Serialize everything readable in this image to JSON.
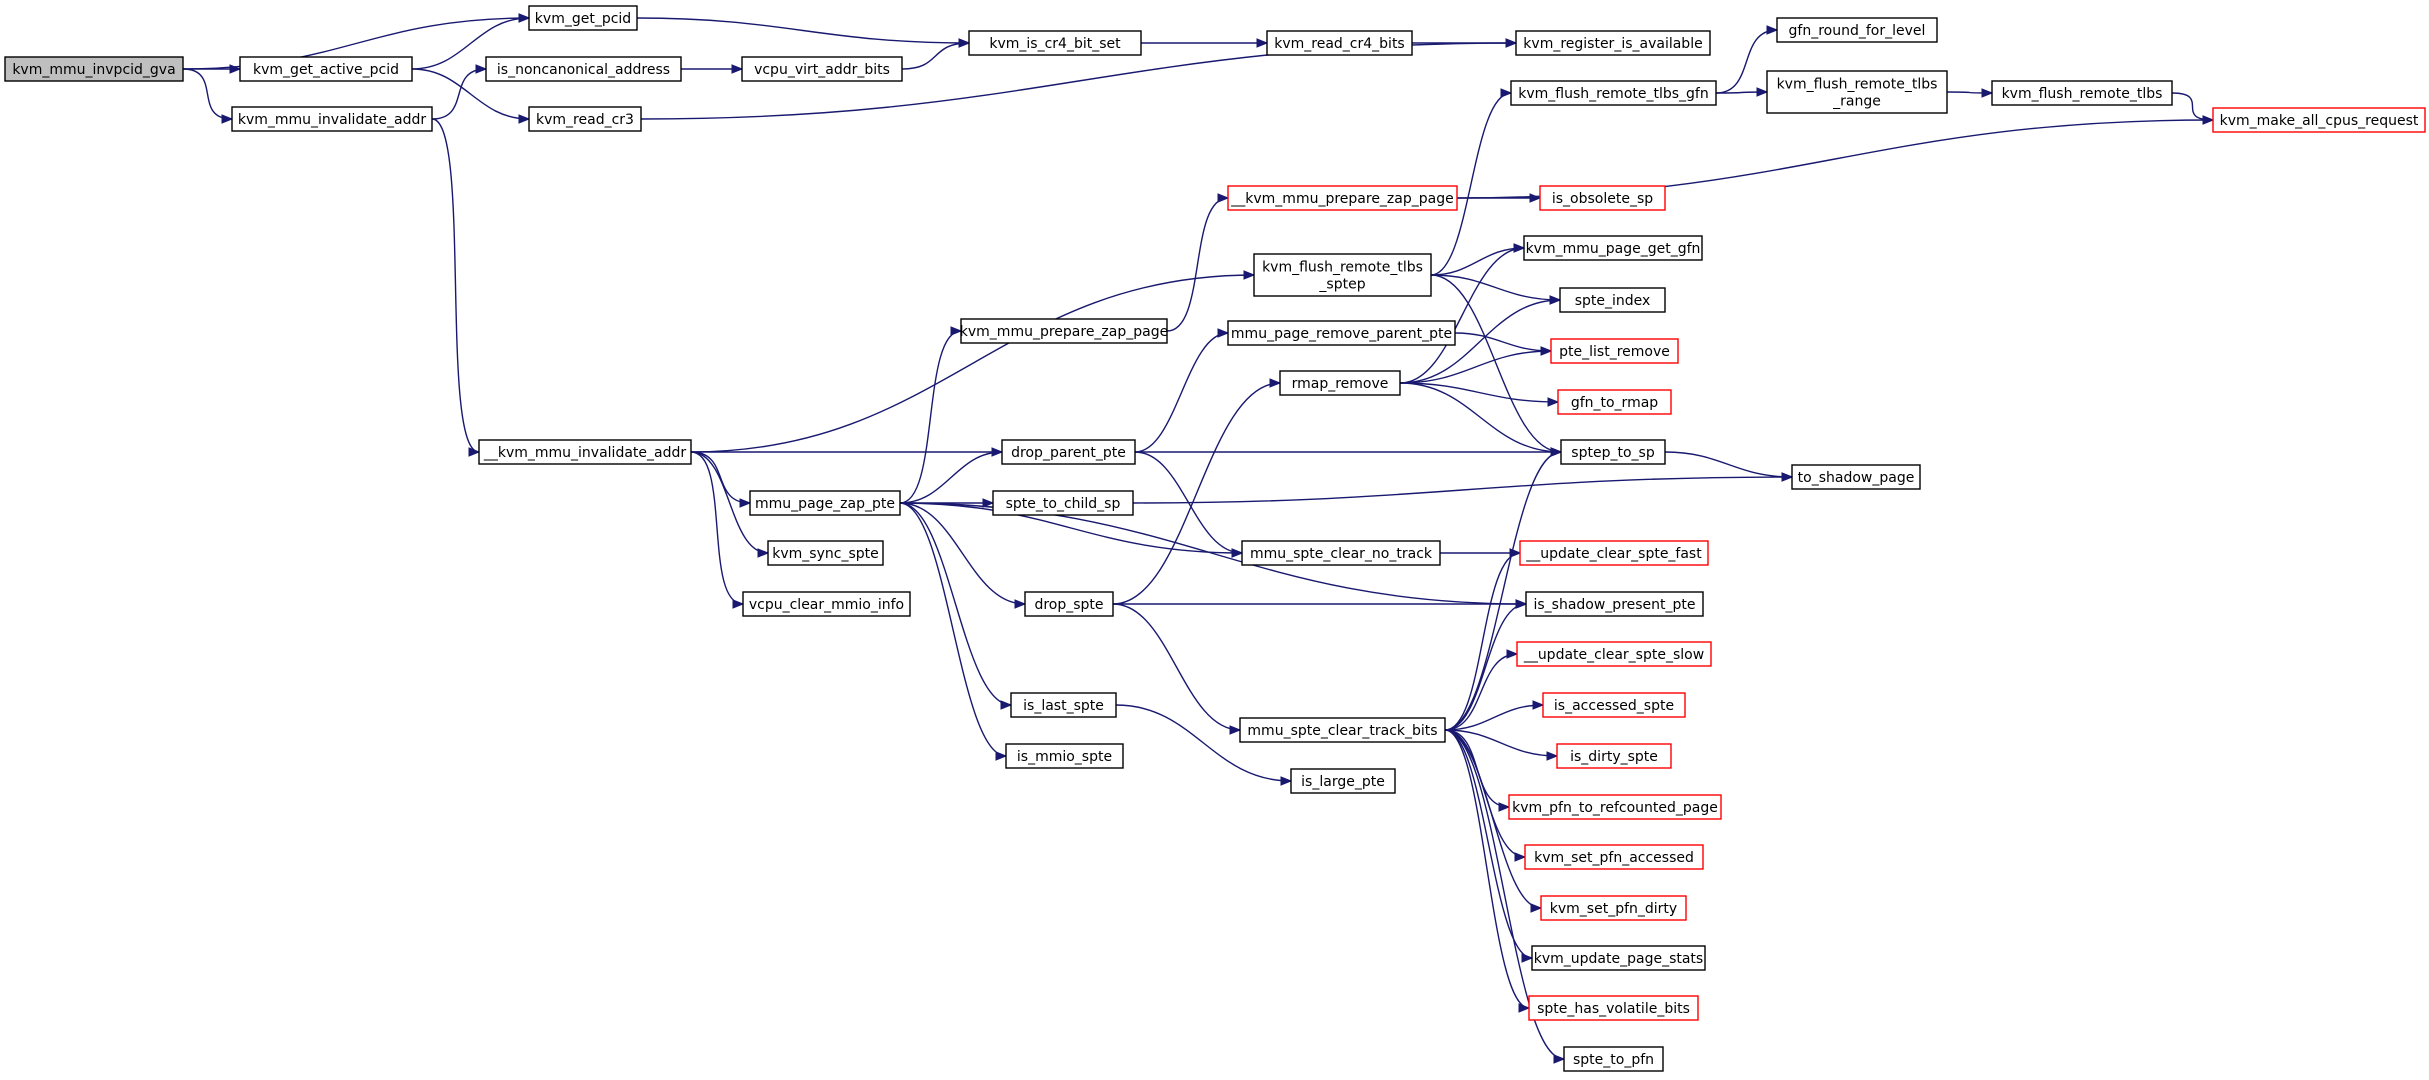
{
  "colors": {
    "edge": "#191970",
    "box_border": "#000000",
    "truncated_border": "#ff0000",
    "root_fill": "#bfbfbf",
    "background": "#ffffff"
  },
  "nodes": {
    "n_root": {
      "lines": [
        "kvm_mmu_invpcid_gva"
      ],
      "style": "root"
    },
    "n_get_pcid": {
      "lines": [
        "kvm_get_pcid"
      ]
    },
    "n_get_active_pcid": {
      "lines": [
        "kvm_get_active_pcid"
      ]
    },
    "n_mmu_invalidate_addr": {
      "lines": [
        "kvm_mmu_invalidate_addr"
      ]
    },
    "n_is_noncanonical": {
      "lines": [
        "is_noncanonical_address"
      ]
    },
    "n_read_cr3": {
      "lines": [
        "kvm_read_cr3"
      ]
    },
    "n_vcpu_virt_addr_bits": {
      "lines": [
        "vcpu_virt_addr_bits"
      ]
    },
    "n_is_cr4_bit_set": {
      "lines": [
        "kvm_is_cr4_bit_set"
      ]
    },
    "n_read_cr4_bits": {
      "lines": [
        "kvm_read_cr4_bits"
      ]
    },
    "n_register_is_available": {
      "lines": [
        "kvm_register_is_available"
      ]
    },
    "n_gfn_round_for_level": {
      "lines": [
        "gfn_round_for_level"
      ]
    },
    "n_flush_remote_tlbs_gfn": {
      "lines": [
        "kvm_flush_remote_tlbs_gfn"
      ]
    },
    "n_flush_remote_tlbs_range": {
      "lines": [
        "kvm_flush_remote_tlbs",
        "_range"
      ]
    },
    "n_flush_remote_tlbs": {
      "lines": [
        "kvm_flush_remote_tlbs"
      ]
    },
    "n_make_all_cpus_request": {
      "lines": [
        "kvm_make_all_cpus_request"
      ],
      "style": "truncated"
    },
    "n__prepare_zap_page": {
      "lines": [
        "__kvm_mmu_prepare_zap_page"
      ],
      "style": "truncated"
    },
    "n_is_obsolete_sp": {
      "lines": [
        "is_obsolete_sp"
      ],
      "style": "truncated"
    },
    "n_flush_remote_tlbs_sptep": {
      "lines": [
        "kvm_flush_remote_tlbs",
        "_sptep"
      ]
    },
    "n_page_get_gfn": {
      "lines": [
        "kvm_mmu_page_get_gfn"
      ]
    },
    "n_spte_index": {
      "lines": [
        "spte_index"
      ]
    },
    "n_prepare_zap_page": {
      "lines": [
        "kvm_mmu_prepare_zap_page"
      ]
    },
    "n_page_remove_parent_pte": {
      "lines": [
        "mmu_page_remove_parent_pte"
      ]
    },
    "n_pte_list_remove": {
      "lines": [
        "pte_list_remove"
      ],
      "style": "truncated"
    },
    "n_rmap_remove": {
      "lines": [
        "rmap_remove"
      ]
    },
    "n_gfn_to_rmap": {
      "lines": [
        "gfn_to_rmap"
      ],
      "style": "truncated"
    },
    "n__invalidate_addr": {
      "lines": [
        "__kvm_mmu_invalidate_addr"
      ]
    },
    "n_drop_parent_pte": {
      "lines": [
        "drop_parent_pte"
      ]
    },
    "n_sptep_to_sp": {
      "lines": [
        "sptep_to_sp"
      ]
    },
    "n_to_shadow_page": {
      "lines": [
        "to_shadow_page"
      ]
    },
    "n_page_zap_pte": {
      "lines": [
        "mmu_page_zap_pte"
      ]
    },
    "n_spte_to_child_sp": {
      "lines": [
        "spte_to_child_sp"
      ]
    },
    "n_sync_spte": {
      "lines": [
        "kvm_sync_spte"
      ]
    },
    "n_clear_no_track": {
      "lines": [
        "mmu_spte_clear_no_track"
      ]
    },
    "n__update_clear_spte_fast": {
      "lines": [
        "__update_clear_spte_fast"
      ],
      "style": "truncated"
    },
    "n_vcpu_clear_mmio_info": {
      "lines": [
        "vcpu_clear_mmio_info"
      ]
    },
    "n_drop_spte": {
      "lines": [
        "drop_spte"
      ]
    },
    "n_is_shadow_present_pte": {
      "lines": [
        "is_shadow_present_pte"
      ]
    },
    "n__update_clear_spte_slow": {
      "lines": [
        "__update_clear_spte_slow"
      ],
      "style": "truncated"
    },
    "n_is_last_spte": {
      "lines": [
        "is_last_spte"
      ]
    },
    "n_clear_track_bits": {
      "lines": [
        "mmu_spte_clear_track_bits"
      ]
    },
    "n_is_accessed_spte": {
      "lines": [
        "is_accessed_spte"
      ],
      "style": "truncated"
    },
    "n_is_mmio_spte": {
      "lines": [
        "is_mmio_spte"
      ]
    },
    "n_is_dirty_spte": {
      "lines": [
        "is_dirty_spte"
      ],
      "style": "truncated"
    },
    "n_is_large_pte": {
      "lines": [
        "is_large_pte"
      ]
    },
    "n_pfn_to_refcounted_page": {
      "lines": [
        "kvm_pfn_to_refcounted_page"
      ],
      "style": "truncated"
    },
    "n_set_pfn_accessed": {
      "lines": [
        "kvm_set_pfn_accessed"
      ],
      "style": "truncated"
    },
    "n_set_pfn_dirty": {
      "lines": [
        "kvm_set_pfn_dirty"
      ],
      "style": "truncated"
    },
    "n_update_page_stats": {
      "lines": [
        "kvm_update_page_stats"
      ]
    },
    "n_spte_has_volatile_bits": {
      "lines": [
        "spte_has_volatile_bits"
      ],
      "style": "truncated"
    },
    "n_spte_to_pfn": {
      "lines": [
        "spte_to_pfn"
      ]
    }
  },
  "edges": [
    [
      "n_root",
      "n_get_pcid"
    ],
    [
      "n_root",
      "n_get_active_pcid"
    ],
    [
      "n_root",
      "n_mmu_invalidate_addr"
    ],
    [
      "n_get_active_pcid",
      "n_get_pcid"
    ],
    [
      "n_get_active_pcid",
      "n_read_cr3"
    ],
    [
      "n_get_pcid",
      "n_is_cr4_bit_set"
    ],
    [
      "n_mmu_invalidate_addr",
      "n_is_noncanonical"
    ],
    [
      "n_mmu_invalidate_addr",
      "n__invalidate_addr"
    ],
    [
      "n_is_noncanonical",
      "n_vcpu_virt_addr_bits"
    ],
    [
      "n_vcpu_virt_addr_bits",
      "n_is_cr4_bit_set"
    ],
    [
      "n_is_cr4_bit_set",
      "n_read_cr4_bits"
    ],
    [
      "n_read_cr4_bits",
      "n_register_is_available"
    ],
    [
      "n_read_cr3",
      "n_register_is_available"
    ],
    [
      "n_flush_remote_tlbs_gfn",
      "n_gfn_round_for_level"
    ],
    [
      "n_flush_remote_tlbs_gfn",
      "n_flush_remote_tlbs_range"
    ],
    [
      "n_flush_remote_tlbs_range",
      "n_flush_remote_tlbs"
    ],
    [
      "n_flush_remote_tlbs",
      "n_make_all_cpus_request"
    ],
    [
      "n__prepare_zap_page",
      "n_make_all_cpus_request"
    ],
    [
      "n__prepare_zap_page",
      "n_is_obsolete_sp"
    ],
    [
      "n_flush_remote_tlbs_sptep",
      "n_flush_remote_tlbs_gfn"
    ],
    [
      "n_flush_remote_tlbs_sptep",
      "n_page_get_gfn"
    ],
    [
      "n_flush_remote_tlbs_sptep",
      "n_spte_index"
    ],
    [
      "n_flush_remote_tlbs_sptep",
      "n_sptep_to_sp"
    ],
    [
      "n_prepare_zap_page",
      "n__prepare_zap_page"
    ],
    [
      "n_page_remove_parent_pte",
      "n_pte_list_remove"
    ],
    [
      "n_rmap_remove",
      "n_page_get_gfn"
    ],
    [
      "n_rmap_remove",
      "n_spte_index"
    ],
    [
      "n_rmap_remove",
      "n_pte_list_remove"
    ],
    [
      "n_rmap_remove",
      "n_gfn_to_rmap"
    ],
    [
      "n_rmap_remove",
      "n_sptep_to_sp"
    ],
    [
      "n__invalidate_addr",
      "n_flush_remote_tlbs_sptep"
    ],
    [
      "n__invalidate_addr",
      "n_sptep_to_sp"
    ],
    [
      "n__invalidate_addr",
      "n_page_zap_pte"
    ],
    [
      "n__invalidate_addr",
      "n_sync_spte"
    ],
    [
      "n__invalidate_addr",
      "n_vcpu_clear_mmio_info"
    ],
    [
      "n_page_zap_pte",
      "n_prepare_zap_page"
    ],
    [
      "n_page_zap_pte",
      "n_drop_parent_pte"
    ],
    [
      "n_page_zap_pte",
      "n_spte_to_child_sp"
    ],
    [
      "n_page_zap_pte",
      "n_clear_no_track"
    ],
    [
      "n_page_zap_pte",
      "n_drop_spte"
    ],
    [
      "n_page_zap_pte",
      "n_is_shadow_present_pte"
    ],
    [
      "n_page_zap_pte",
      "n_is_last_spte"
    ],
    [
      "n_page_zap_pte",
      "n_is_mmio_spte"
    ],
    [
      "n_drop_parent_pte",
      "n_page_remove_parent_pte"
    ],
    [
      "n_drop_parent_pte",
      "n_clear_no_track"
    ],
    [
      "n_spte_to_child_sp",
      "n_to_shadow_page"
    ],
    [
      "n_sptep_to_sp",
      "n_to_shadow_page"
    ],
    [
      "n_clear_no_track",
      "n__update_clear_spte_fast"
    ],
    [
      "n_drop_spte",
      "n_rmap_remove"
    ],
    [
      "n_drop_spte",
      "n_is_shadow_present_pte"
    ],
    [
      "n_drop_spte",
      "n_clear_track_bits"
    ],
    [
      "n_is_last_spte",
      "n_is_large_pte"
    ],
    [
      "n_clear_track_bits",
      "n_sptep_to_sp"
    ],
    [
      "n_clear_track_bits",
      "n__update_clear_spte_fast"
    ],
    [
      "n_clear_track_bits",
      "n_is_shadow_present_pte"
    ],
    [
      "n_clear_track_bits",
      "n__update_clear_spte_slow"
    ],
    [
      "n_clear_track_bits",
      "n_is_accessed_spte"
    ],
    [
      "n_clear_track_bits",
      "n_is_dirty_spte"
    ],
    [
      "n_clear_track_bits",
      "n_pfn_to_refcounted_page"
    ],
    [
      "n_clear_track_bits",
      "n_set_pfn_accessed"
    ],
    [
      "n_clear_track_bits",
      "n_set_pfn_dirty"
    ],
    [
      "n_clear_track_bits",
      "n_update_page_stats"
    ],
    [
      "n_clear_track_bits",
      "n_spte_has_volatile_bits"
    ],
    [
      "n_clear_track_bits",
      "n_spte_to_pfn"
    ]
  ]
}
